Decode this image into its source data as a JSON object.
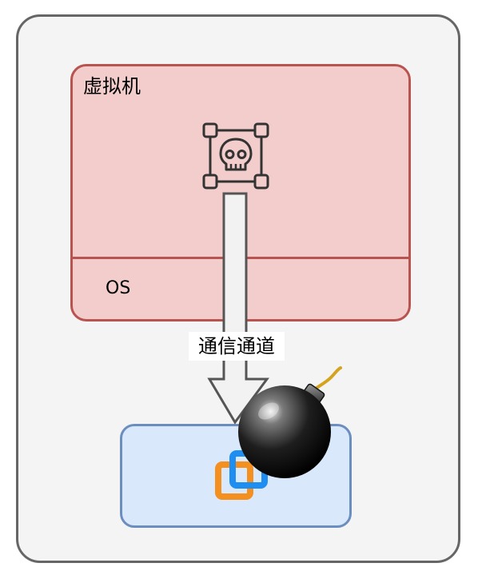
{
  "vm": {
    "title": "虚拟机",
    "os_label": "OS"
  },
  "channel": {
    "label": "通信通道"
  },
  "icons": {
    "malware": "skull-selection-icon",
    "hypervisor": "hypervisor-logo-icon",
    "exploit": "bomb-icon"
  },
  "colors": {
    "host_border": "#666666",
    "host_fill": "#f4f4f4",
    "vm_border": "#b85450",
    "vm_fill": "#f2cdcb",
    "hypervisor_border": "#6c8ebf",
    "hypervisor_fill": "#dae8fc",
    "logo_orange": "#f39020",
    "logo_blue": "#1f8ef1"
  }
}
